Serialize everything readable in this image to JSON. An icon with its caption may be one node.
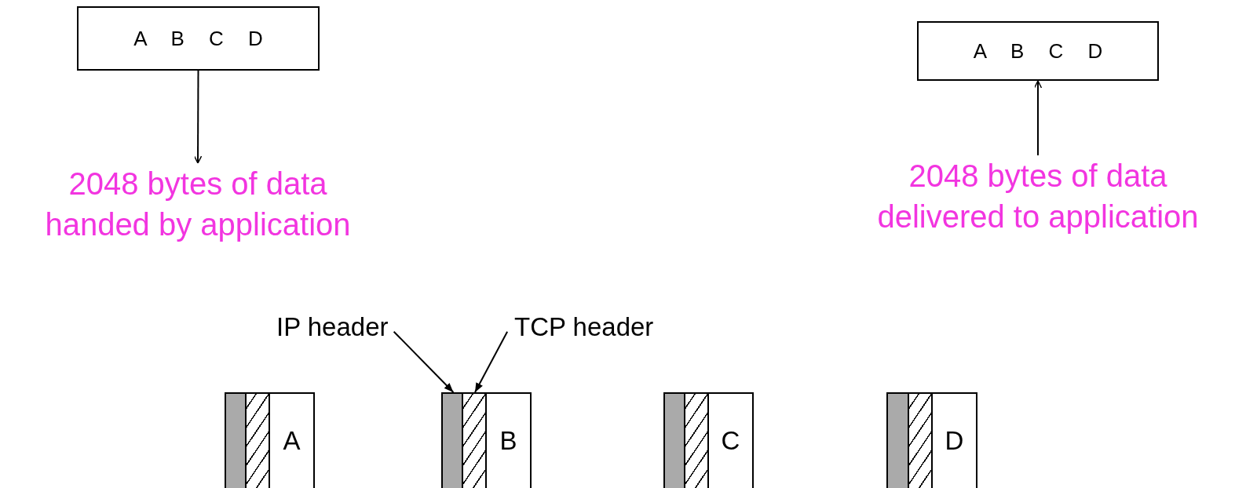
{
  "diagram": {
    "nodes": [
      {
        "text": [
          "A B C D"
        ]
      },
      {
        "text": [
          "2048 bytes of data handed by application"
        ]
      },
      {
        "text": [
          "A B C D"
        ]
      },
      {
        "text": [
          "2048 bytes of data delivered to application"
        ]
      },
      {
        "text": [
          "IP header"
        ]
      },
      {
        "text": [
          "TCP header"
        ]
      },
      {
        "text": [],
        "shape": "bar"
      },
      {
        "text": [],
        "shape": "bar"
      },
      {
        "text": [
          "A"
        ]
      },
      {
        "text": [],
        "shape": "bar"
      },
      {
        "text": [],
        "shape": "bar"
      },
      {
        "text": [
          "B"
        ]
      },
      {
        "text": [],
        "shape": "bar"
      },
      {
        "text": [],
        "shape": "bar"
      },
      {
        "text": [
          "C"
        ]
      },
      {
        "text": [],
        "shape": "bar"
      },
      {
        "text": [],
        "shape": "bar"
      },
      {
        "text": [
          "D"
        ]
      }
    ],
    "edges": [
      {
        "from": 0,
        "to": 1,
        "arrow": "to"
      },
      {
        "from": 3,
        "to": 2,
        "arrow": "to"
      },
      {
        "from": 4,
        "to": 9,
        "arrow": "to"
      },
      {
        "from": 5,
        "to": 10,
        "arrow": "to"
      }
    ]
  }
}
